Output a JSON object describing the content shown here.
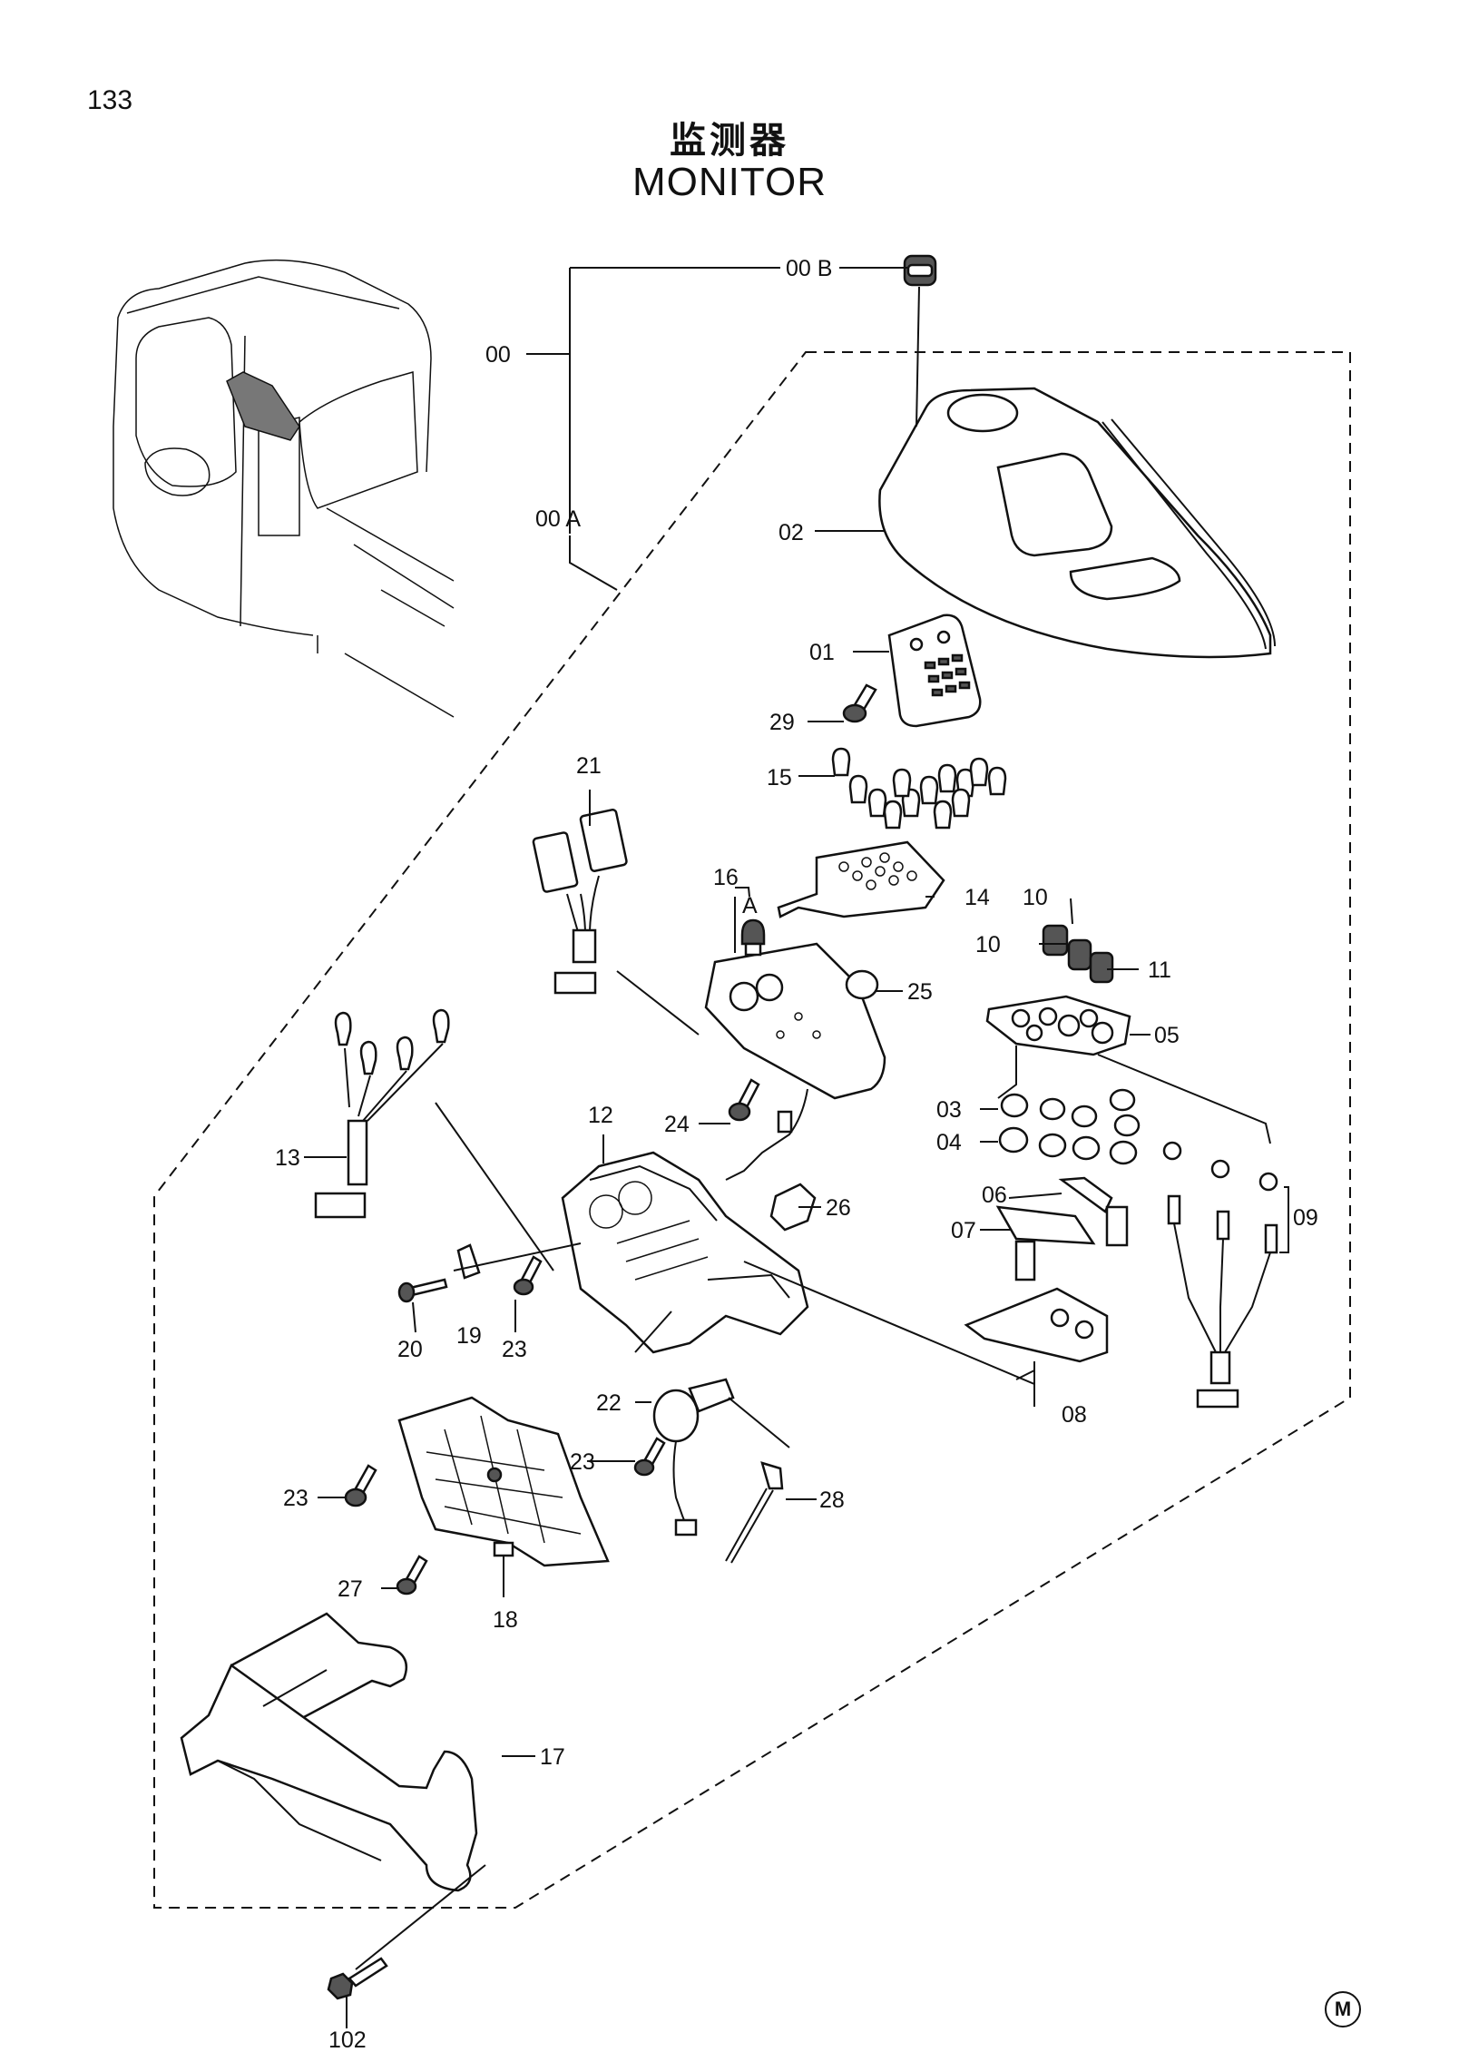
{
  "page_number": "133",
  "title_cn": "监测器",
  "title_en": "MONITOR",
  "mark": "M",
  "callouts": [
    {
      "id": "00B",
      "label": "00 B"
    },
    {
      "id": "00",
      "label": "00"
    },
    {
      "id": "00A",
      "label": "00 A"
    },
    {
      "id": "02",
      "label": "02"
    },
    {
      "id": "01",
      "label": "01"
    },
    {
      "id": "29",
      "label": "29"
    },
    {
      "id": "21",
      "label": "21"
    },
    {
      "id": "15",
      "label": "15"
    },
    {
      "id": "16",
      "label": "16"
    },
    {
      "id": "A",
      "label": "A"
    },
    {
      "id": "14",
      "label": "14"
    },
    {
      "id": "10a",
      "label": "10"
    },
    {
      "id": "10b",
      "label": "10"
    },
    {
      "id": "11",
      "label": "11"
    },
    {
      "id": "25",
      "label": "25"
    },
    {
      "id": "05",
      "label": "05"
    },
    {
      "id": "12",
      "label": "12"
    },
    {
      "id": "24",
      "label": "24"
    },
    {
      "id": "03",
      "label": "03"
    },
    {
      "id": "04",
      "label": "04"
    },
    {
      "id": "13",
      "label": "13"
    },
    {
      "id": "26",
      "label": "26"
    },
    {
      "id": "06",
      "label": "06"
    },
    {
      "id": "07",
      "label": "07"
    },
    {
      "id": "09",
      "label": "09"
    },
    {
      "id": "20",
      "label": "20"
    },
    {
      "id": "19",
      "label": "19"
    },
    {
      "id": "23a",
      "label": "23"
    },
    {
      "id": "08",
      "label": "08"
    },
    {
      "id": "22",
      "label": "22"
    },
    {
      "id": "23b",
      "label": "23"
    },
    {
      "id": "23c",
      "label": "23"
    },
    {
      "id": "28",
      "label": "28"
    },
    {
      "id": "27",
      "label": "27"
    },
    {
      "id": "18",
      "label": "18"
    },
    {
      "id": "17",
      "label": "17"
    },
    {
      "id": "102",
      "label": "102"
    }
  ]
}
